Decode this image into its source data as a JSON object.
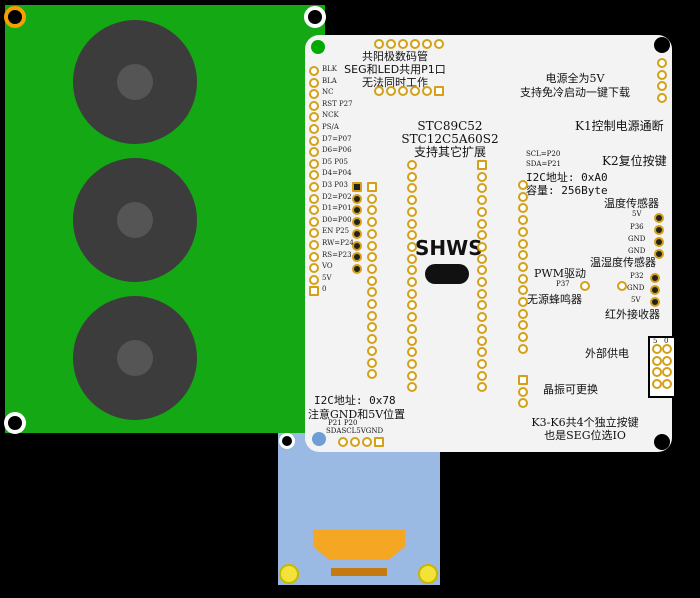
{
  "lcd_pins": [
    "BLK",
    "BLA",
    "NC",
    "RST P27",
    "NCK",
    "PS/A",
    "D7=P07",
    "D6=P06",
    "D5 P05",
    "D4=P04",
    "D3 P03",
    "D2=P02",
    "D1=P01",
    "D0=P00",
    "EN P25",
    "RW=P24",
    "RS=P23",
    "VO",
    "5V",
    "0"
  ],
  "seg_note": [
    "共阳极数码管",
    "SEG和LED共用P1口",
    "无法同时工作"
  ],
  "mcu": [
    "STC89C52",
    "STC12C5A60S2",
    "支持其它扩展"
  ],
  "power": [
    "电源全为5V",
    "支持免冷启动一键下载"
  ],
  "k1": "K1控制电源通断",
  "k2": "K2复位按键",
  "eeprom": {
    "scl": "SCL=P20",
    "sda": "SDA=P21",
    "addr": "I2C地址: 0xA0",
    "cap": "容量: 256Byte"
  },
  "temp": {
    "title": "温度传感器",
    "pins": [
      "5V",
      "P36",
      "GND",
      "GND"
    ]
  },
  "humid": {
    "title": "温湿度传感器",
    "pins": [
      "P32",
      "GND",
      "5V"
    ]
  },
  "ir": "红外接收器",
  "buzzer": {
    "title": "PWM驱动",
    "pin": "P37",
    "name": "无源蜂鸣器"
  },
  "ext_power": {
    "label": "外部供电",
    "cols": [
      "5",
      "0"
    ]
  },
  "crystal": "晶振可更换",
  "keys": [
    "K3-K6共4个独立按键",
    "也是SEG位选IO"
  ],
  "oled": {
    "addr": "I2C地址: 0x78",
    "note": "注意GND和5V位置",
    "pins_top": "P21 P20",
    "pins": "SDASCL5VGND"
  },
  "logo": "SHWS"
}
